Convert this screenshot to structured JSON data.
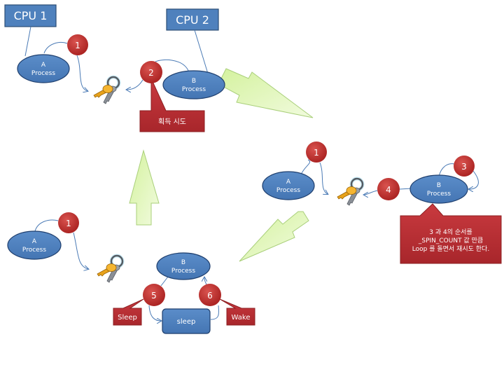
{
  "colors": {
    "cpu_fill": "#4f81bd",
    "cpu_stroke": "#385d8a",
    "process_fill": "#4f81bd",
    "process_stroke": "#1f3f6e",
    "step_fill": "#c0392b",
    "step_fill_dark": "#8e1f1f",
    "callout_fill": "#c0343a",
    "callout_stroke": "#8c1f22",
    "arrow_fill": "#dff5b4",
    "arrow_stroke": "#a9cf7a",
    "connector": "#4a7ab5",
    "key_gold": "#f0a21c",
    "key_silver": "#8a8f96"
  },
  "cpus": [
    {
      "label": "CPU 1"
    },
    {
      "label": "CPU 2"
    }
  ],
  "panels": {
    "top_left": {
      "process_a": {
        "line1": "A",
        "line2": "Process"
      },
      "process_b": {
        "line1": "B",
        "line2": "Process"
      },
      "step_1": "1",
      "step_2": "2",
      "callout": "획득 시도"
    },
    "right": {
      "process_a": {
        "line1": "A",
        "line2": "Process"
      },
      "process_b": {
        "line1": "B",
        "line2": "Process"
      },
      "step_1": "1",
      "step_3": "3",
      "step_4": "4",
      "callout_lines": [
        "3 과 4의 순서를",
        "_SPIN_COUNT   값 만큼",
        "Loop 를 돌면서 재시도 한다."
      ]
    },
    "bottom": {
      "process_a": {
        "line1": "A",
        "line2": "Process"
      },
      "process_b": {
        "line1": "B",
        "line2": "Process"
      },
      "step_1": "1",
      "step_5": "5",
      "step_6": "6",
      "sleep_box": "sleep",
      "sleep_label": "Sleep",
      "wake_label": "Wake"
    }
  },
  "icons": {
    "key": "key-icon",
    "flow_arrow": "block-arrow-icon"
  }
}
